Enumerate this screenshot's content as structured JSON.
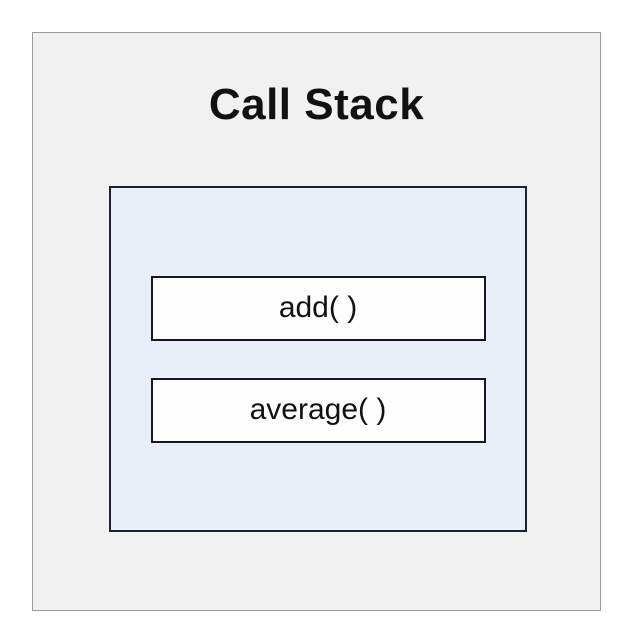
{
  "diagram": {
    "title": "Call Stack",
    "frames": [
      {
        "label": "add( )"
      },
      {
        "label": "average( )"
      }
    ]
  },
  "colors": {
    "panel_bg": "#f1f1f2",
    "panel_border": "#9b9b9b",
    "stack_bg": "#e9eef9",
    "stack_border": "#1e2230",
    "frame_bg": "#fdfdfe",
    "frame_border": "#16181f",
    "text": "#111111"
  }
}
